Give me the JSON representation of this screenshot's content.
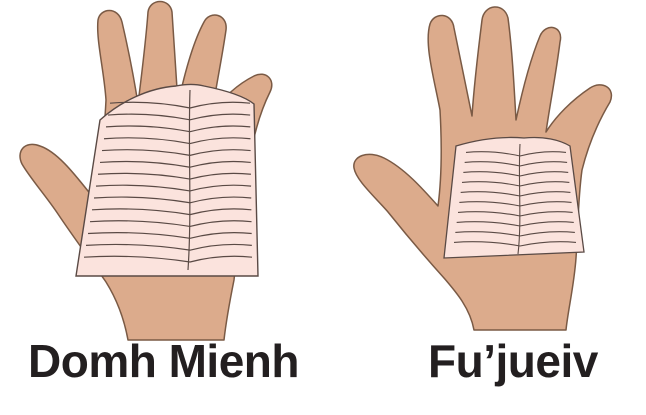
{
  "colors": {
    "skin": "#dcab8c",
    "skin_stroke": "#7a5a45",
    "page": "#fbe3dd",
    "page_stroke": "#5a4a45",
    "ink": "#231f20"
  },
  "panels": [
    {
      "label": "Domh Mienh",
      "book_size": "large"
    },
    {
      "label": "Fu’jueiv",
      "book_size": "small"
    }
  ]
}
